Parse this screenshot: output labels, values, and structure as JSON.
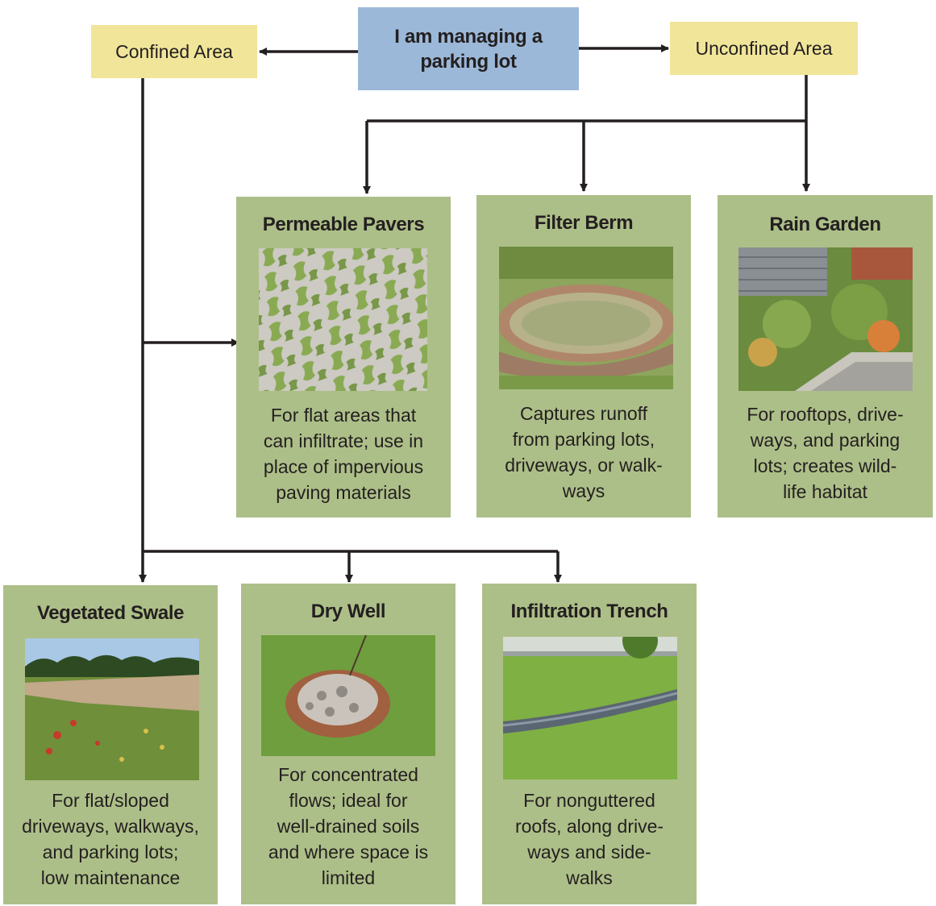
{
  "root": {
    "label_line1": "I am managing a",
    "label_line2": "parking lot"
  },
  "confined": {
    "label": "Confined Area"
  },
  "unconfined": {
    "label": "Unconfined Area"
  },
  "cards": {
    "permeable_pavers": {
      "title": "Permeable Pavers",
      "desc": [
        "For flat areas that",
        "can infiltrate; use in",
        "place of impervious",
        "paving materials"
      ]
    },
    "filter_berm": {
      "title": "Filter Berm",
      "desc": [
        "Captures runoff",
        "from parking lots,",
        "driveways, or walk-",
        "ways"
      ]
    },
    "rain_garden": {
      "title": "Rain Garden",
      "desc": [
        "For rooftops, drive-",
        "ways, and parking",
        "lots; creates wild-",
        "life habitat"
      ]
    },
    "vegetated_swale": {
      "title": "Vegetated Swale",
      "desc": [
        "For flat/sloped",
        "driveways, walkways,",
        "and parking lots;",
        "low maintenance"
      ]
    },
    "dry_well": {
      "title": "Dry Well",
      "desc": [
        "For concentrated",
        "flows; ideal for",
        "well-drained soils",
        "and where space is",
        "limited"
      ]
    },
    "infiltration_trench": {
      "title": "Infiltration Trench",
      "desc": [
        "For nonguttered",
        "roofs, along drive-",
        "ways and side-",
        "walks"
      ]
    }
  },
  "colors": {
    "card": "#adbf88",
    "root": "#9cb8d8",
    "area": "#f1e599",
    "line": "#231f20"
  }
}
